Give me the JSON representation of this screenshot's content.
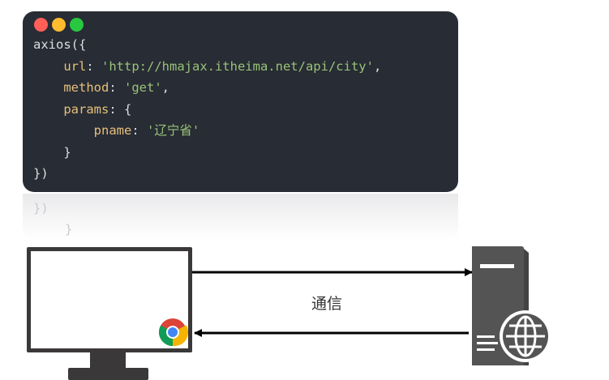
{
  "code_window": {
    "dot_colors": [
      "#ff5f57",
      "#febc2e",
      "#28c840"
    ],
    "lines": [
      [
        {
          "t": "axios({",
          "c": "#dcdfe4"
        }
      ],
      [
        {
          "t": "    ",
          "c": "#dcdfe4"
        },
        {
          "t": "url",
          "c": "#e5c07b"
        },
        {
          "t": ": ",
          "c": "#dcdfe4"
        },
        {
          "t": "'http://hmajax.itheima.net/api/city'",
          "c": "#98c379"
        },
        {
          "t": ",",
          "c": "#dcdfe4"
        }
      ],
      [
        {
          "t": "    ",
          "c": "#dcdfe4"
        },
        {
          "t": "method",
          "c": "#e5c07b"
        },
        {
          "t": ": ",
          "c": "#dcdfe4"
        },
        {
          "t": "'get'",
          "c": "#98c379"
        },
        {
          "t": ",",
          "c": "#dcdfe4"
        }
      ],
      [
        {
          "t": "    ",
          "c": "#dcdfe4"
        },
        {
          "t": "params",
          "c": "#e5c07b"
        },
        {
          "t": ": {",
          "c": "#dcdfe4"
        }
      ],
      [
        {
          "t": "        ",
          "c": "#dcdfe4"
        },
        {
          "t": "pname",
          "c": "#e5c07b"
        },
        {
          "t": ": ",
          "c": "#dcdfe4"
        },
        {
          "t": "'辽宁省'",
          "c": "#98c379"
        }
      ],
      [
        {
          "t": "    }",
          "c": "#dcdfe4"
        }
      ],
      [
        {
          "t": "})",
          "c": "#dcdfe4"
        }
      ]
    ],
    "reflection_line_1": "})",
    "reflection_line_2": "}"
  },
  "diagram": {
    "communication_label": "通信",
    "arrow_color": "#000000",
    "device_color": "#3b3839",
    "server_color": "#555455"
  }
}
